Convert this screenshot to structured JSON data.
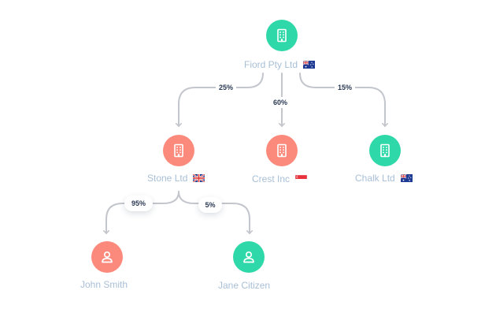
{
  "colors": {
    "company_teal": "#2fd8a8",
    "company_salmon": "#fc8a7c",
    "label": "#a8bfd6",
    "connector": "#c3c6cc",
    "percent_text": "#2b3a55"
  },
  "nodes": {
    "fiord": {
      "name": "Fiord Pty Ltd",
      "icon": "building-icon",
      "flag": "australia-flag-icon"
    },
    "stone": {
      "name": "Stone Ltd",
      "icon": "building-icon",
      "flag": "uk-flag-icon"
    },
    "crest": {
      "name": "Crest Inc",
      "icon": "building-icon",
      "flag": "singapore-flag-icon"
    },
    "chalk": {
      "name": "Chalk Ltd",
      "icon": "building-icon",
      "flag": "australia-flag-icon"
    },
    "john": {
      "name": "John Smith",
      "icon": "person-icon"
    },
    "jane": {
      "name": "Jane Citizen",
      "icon": "person-icon"
    }
  },
  "edges": {
    "fiord_stone": "25%",
    "fiord_crest": "60%",
    "fiord_chalk": "15%",
    "stone_john": "95%",
    "stone_jane": "5%"
  }
}
